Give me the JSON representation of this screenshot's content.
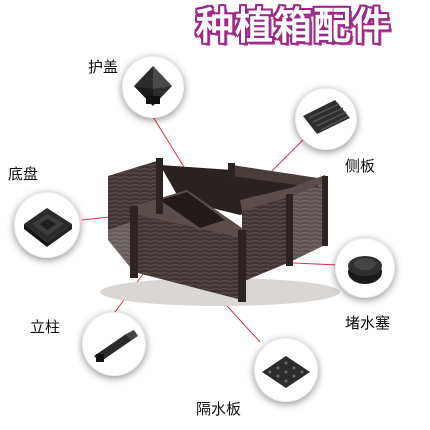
{
  "title": "种植箱配件",
  "parts": {
    "cap": "护盖",
    "side_panel": "侧板",
    "base": "底盘",
    "drain_plug": "堵水塞",
    "post": "立柱",
    "separator": "隔水板"
  },
  "colors": {
    "title_outline": "#9b2a86",
    "connector_line": "#e0304a",
    "planter_body": "#3f3433"
  },
  "icons": {
    "cap": "pyramid-cap-icon",
    "side_panel": "slotted-panel-icon",
    "base": "square-tray-icon",
    "drain_plug": "round-plug-icon",
    "post": "corner-post-icon",
    "separator": "perforated-plate-icon"
  }
}
